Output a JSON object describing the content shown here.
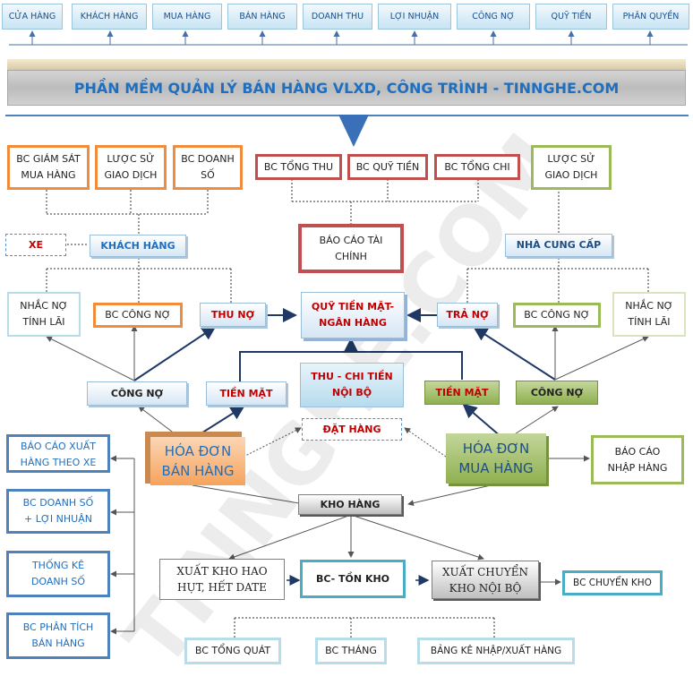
{
  "top_tabs": [
    "CỬA HÀNG",
    "KHÁCH HÀNG",
    "MUA HÀNG",
    "BÁN HÀNG",
    "DOANH THU",
    "LỢI NHUẬN",
    "CÔNG NỢ",
    "QUỸ TIỀN",
    "PHÂN QUYỀN"
  ],
  "title": "PHẦN MỀM QUẢN LÝ BÁN HÀNG VLXD, CÔNG TRÌNH - TINNGHE.COM",
  "watermark": "TINNGHE.COM",
  "boxes": {
    "bc_giam_sat": "BC GIÁM SÁT\nMUA HÀNG",
    "luoc_su_left": "LƯỢC SỬ\nGIAO DỊCH",
    "bc_doanh_so_top": "BC DOANH\nSỐ",
    "bc_tong_thu": "BC TỔNG THU",
    "bc_quy_tien": "BC QUỸ TIỀN",
    "bc_tong_chi": "BC TỔNG CHI",
    "luoc_su_right": "LƯỢC SỬ\nGIAO DỊCH",
    "xe": "XE",
    "khach_hang": "KHÁCH HÀNG",
    "bao_cao_tai_chinh": "BÁO CÁO TÀI\nCHÍNH",
    "nha_cung_cap": "NHÀ CUNG CẤP",
    "nhac_no_left": "NHẮC NỢ\nTÍNH LÃI",
    "bc_cong_no_left": "BC CÔNG NỢ",
    "thu_no": "THU NỢ",
    "quy_tien_mat": "QUỸ TIỀN MẶT-\nNGÂN HÀNG",
    "tra_no": "TRẢ NỢ",
    "bc_cong_no_right": "BC CÔNG NỢ",
    "nhac_no_right": "NHẮC NỢ\nTÍNH LÃI",
    "cong_no_left": "CÔNG NỢ",
    "tien_mat_left": "TIỀN MẶT",
    "thu_chi_noi_bo": "THU - CHI TIỀN\nNỘI BỘ",
    "tien_mat_right": "TIỀN MẶT",
    "cong_no_right": "CÔNG NỢ",
    "dat_hang": "ĐẶT HÀNG",
    "hoa_don_ban": "HÓA ĐƠN\nBÁN HÀNG",
    "hoa_don_mua": "HÓA ĐƠN\nMUA HÀNG",
    "bao_cao_nhap": "BÁO CÁO\nNHẬP HÀNG",
    "bc_xuat_xe": "BÁO CÁO XUẤT\nHÀNG THEO XE",
    "bc_doanh_so_ln": "BC DOANH SỐ\n+ LỢI NHUẬN",
    "thong_ke": "THỐNG KÊ\nDOANH SỐ",
    "bc_phan_tich": "BC PHÂN TÍCH\nBÁN HÀNG",
    "kho_hang": "KHO HÀNG",
    "xuat_kho_hao": "XUẤT KHO HAO\nHỤT, HẾT DATE",
    "bc_ton_kho": "BC- TỒN KHO",
    "xuat_chuyen": "XUẤT CHUYỂN\nKHO NỘI BỘ",
    "bc_chuyen_kho": "BC CHUYỂN KHO",
    "bc_tong_quat": "BC TỔNG QUÁT",
    "bc_thang": "BC THÁNG",
    "bang_ke": "BẢNG KÊ NHẬP/XUẤT HÀNG"
  }
}
